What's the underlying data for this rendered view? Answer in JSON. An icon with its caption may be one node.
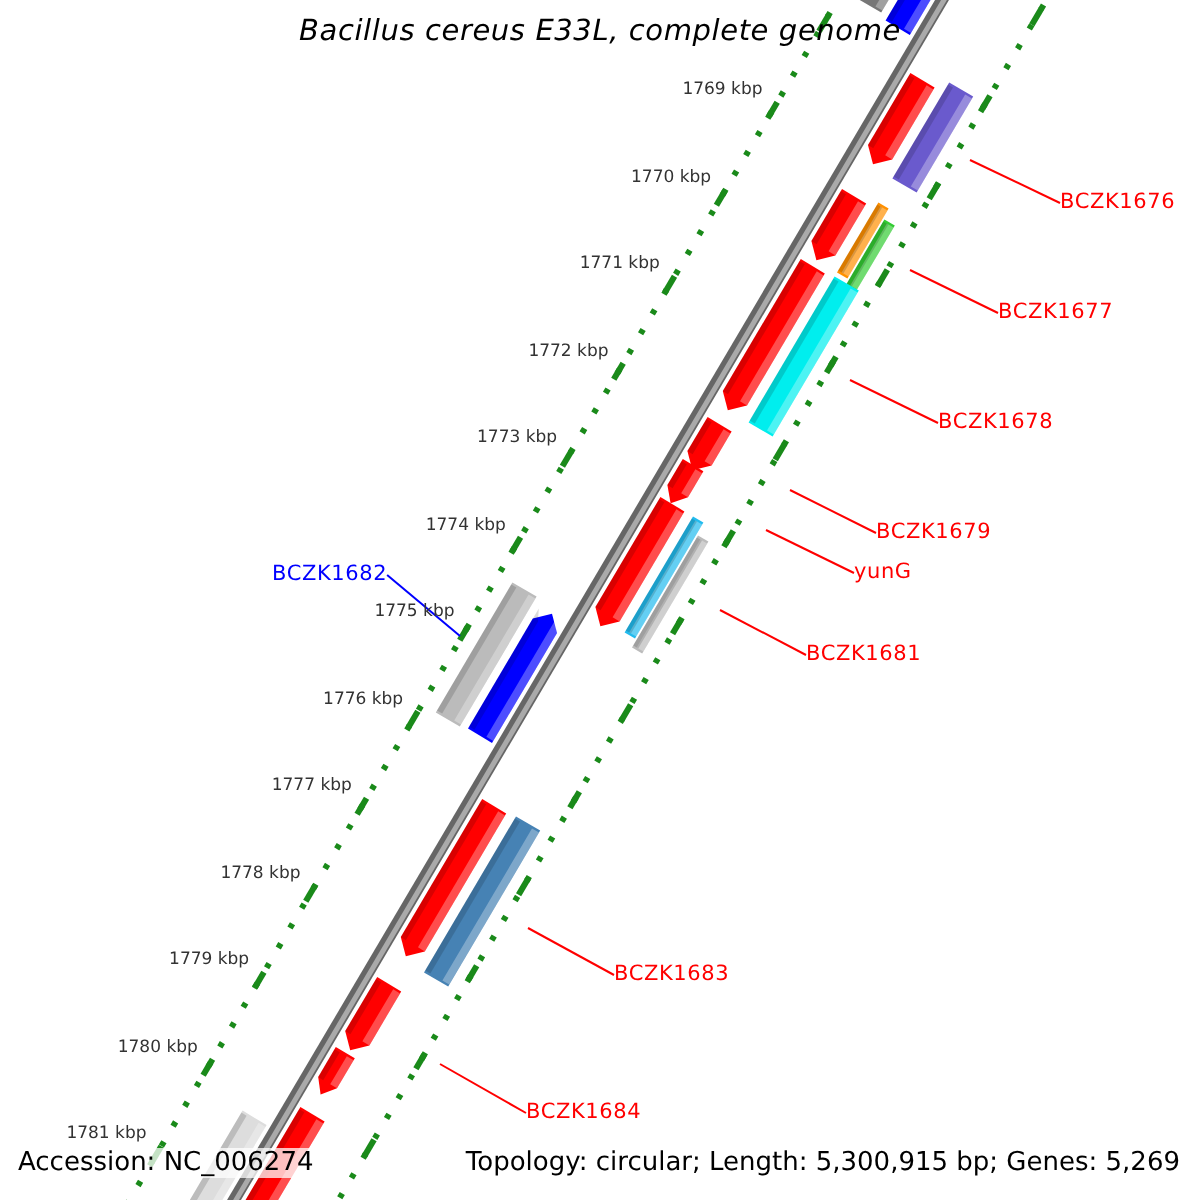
{
  "diagram": {
    "title": "Bacillus cereus E33L, complete genome",
    "nodes": [
      {
        "text": [
          "BCZK1676"
        ]
      },
      {
        "text": [
          "BCZK1677"
        ]
      },
      {
        "text": [
          "BCZK1678"
        ]
      },
      {
        "text": [
          "BCZK1679"
        ]
      },
      {
        "text": [
          "yunG"
        ]
      },
      {
        "text": [
          "BCZK1681"
        ]
      },
      {
        "text": [
          "BCZK1682"
        ]
      },
      {
        "text": [
          "BCZK1683"
        ]
      },
      {
        "text": [
          "BCZK1684"
        ]
      }
    ],
    "edges": [
      {
        "from": 0,
        "to": null,
        "arrow": "none"
      },
      {
        "from": 1,
        "to": null,
        "arrow": "none"
      },
      {
        "from": 2,
        "to": null,
        "arrow": "none"
      },
      {
        "from": 3,
        "to": null,
        "arrow": "none"
      },
      {
        "from": 4,
        "to": null,
        "arrow": "none"
      },
      {
        "from": 5,
        "to": null,
        "arrow": "none"
      },
      {
        "from": 6,
        "to": null,
        "arrow": "none",
        "color": "#0000ff"
      },
      {
        "from": 7,
        "to": null,
        "arrow": "none"
      },
      {
        "from": 8,
        "to": null,
        "arrow": "none"
      }
    ],
    "labels": [
      "1769 kbp",
      "1770 kbp",
      "1771 kbp",
      "1772 kbp",
      "1773 kbp",
      "1774 kbp",
      "1775 kbp",
      "1776 kbp",
      "1777 kbp",
      "1778 kbp",
      "1779 kbp",
      "1780 kbp",
      "1781 kbp",
      "Accession: NC_006274",
      "Topology: circular; Length: 5,300,915 bp; Genes: 5,269"
    ]
  }
}
